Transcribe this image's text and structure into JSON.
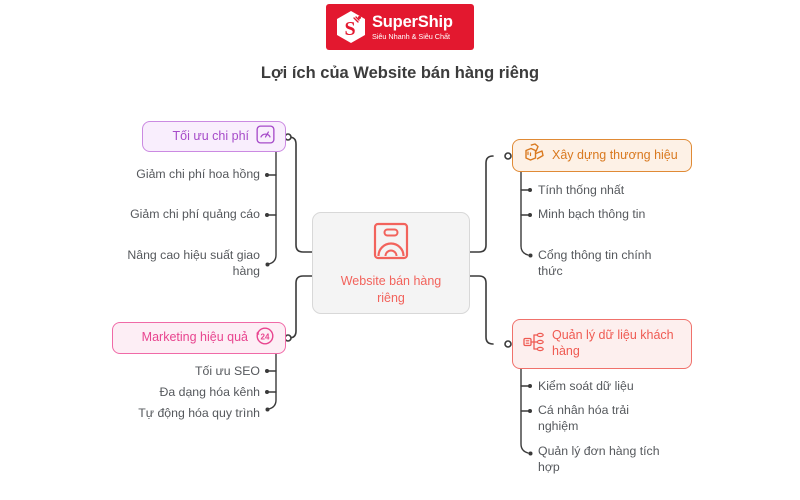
{
  "logo": {
    "name": "SuperShip",
    "tagline": "Siêu Nhanh & Siêu Chất",
    "mark_letter": "S",
    "bg_color": "#e3182f"
  },
  "title": "Lợi ích của Website bán hàng riêng",
  "center": {
    "label": "Website bán hàng riêng",
    "icon": "shopping-bag-icon",
    "color": "#f2635c",
    "bg_color": "#f4f4f4"
  },
  "branches": [
    {
      "id": "cost",
      "label": "Tối ưu chi phí",
      "icon": "gauge-icon",
      "icon_side": "right",
      "color": "#a64bc9",
      "border_color": "#cb8ae2",
      "bg_color": "#f9eefd",
      "side": "left",
      "children": [
        "Giảm chi phí hoa hồng",
        "Giảm chi phí quảng cáo",
        "Nâng cao hiệu suất giao hàng"
      ]
    },
    {
      "id": "brand",
      "label": "Xây dựng thương hiệu",
      "icon": "boxes-icon",
      "icon_side": "left",
      "color": "#d9791f",
      "border_color": "#e08a35",
      "bg_color": "#fdf1e6",
      "side": "right",
      "children": [
        "Tính thống nhất",
        "Minh bạch thông tin",
        "Cổng thông tin chính thức"
      ]
    },
    {
      "id": "marketing",
      "label": "Marketing hiệu quả",
      "icon": "twentyfour-hour-icon",
      "icon_side": "right",
      "color": "#e8458f",
      "border_color": "#f06aa7",
      "bg_color": "#fdeef5",
      "side": "left",
      "children": [
        "Tối ưu SEO",
        "Đa dạng hóa kênh",
        "Tự động hóa quy trình"
      ]
    },
    {
      "id": "data",
      "label": "Quản lý dữ liệu khách hàng",
      "icon": "database-hierarchy-icon",
      "icon_side": "left",
      "color": "#ef5a52",
      "border_color": "#f0716b",
      "bg_color": "#fdefee",
      "side": "right",
      "children": [
        "Kiểm soát dữ liệu",
        "Cá nhân hóa trải nghiệm",
        "Quản lý đơn hàng tích hợp"
      ]
    }
  ],
  "connector_color": "#3a3a3a"
}
